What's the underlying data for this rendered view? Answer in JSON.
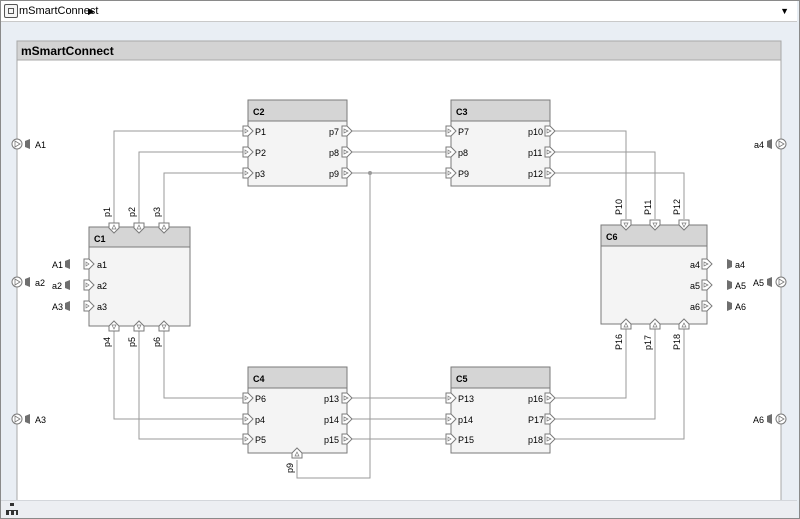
{
  "toolbar": {
    "breadcrumb": "mSmartConnect",
    "breadcrumb_arrow": "▶",
    "dropdown_arrow": "▼"
  },
  "architecture": {
    "title": "mSmartConnect",
    "left_ports": [
      "A1",
      "a2",
      "A3"
    ],
    "right_ports": [
      "a4",
      "A5",
      "A6"
    ]
  },
  "components": {
    "C1": {
      "name": "C1",
      "ports_in": [
        "a1",
        "a2",
        "a3"
      ],
      "ports_in_ext": [
        "A1",
        "a2",
        "A3"
      ],
      "ports_top": [
        "p1",
        "p2",
        "p3"
      ],
      "ports_bottom": [
        "p4",
        "p5",
        "p6"
      ]
    },
    "C2": {
      "name": "C2",
      "ports_left": [
        "P1",
        "P2",
        "p3"
      ],
      "ports_right": [
        "p7",
        "p8",
        "p9"
      ]
    },
    "C3": {
      "name": "C3",
      "ports_left": [
        "P7",
        "p8",
        "P9"
      ],
      "ports_right": [
        "p10",
        "p11",
        "p12"
      ]
    },
    "C4": {
      "name": "C4",
      "ports_left": [
        "P6",
        "p4",
        "P5"
      ],
      "ports_right": [
        "p13",
        "p14",
        "p15"
      ],
      "ports_bottom": [
        "p9"
      ]
    },
    "C5": {
      "name": "C5",
      "ports_left": [
        "P13",
        "p14",
        "P15"
      ],
      "ports_right": [
        "p16",
        "P17",
        "p18"
      ]
    },
    "C6": {
      "name": "C6",
      "ports_top": [
        "P10",
        "P11",
        "P12"
      ],
      "ports_right": [
        "a4",
        "a5",
        "a6"
      ],
      "ports_right_ext": [
        "a4",
        "A5",
        "A6"
      ],
      "ports_bottom": [
        "P16",
        "p17",
        "P18"
      ]
    }
  },
  "colors": {
    "block_fill": "#f4f4f4",
    "block_header": "#d5d5d5",
    "block_border": "#7a7a7a",
    "line": "#9a9a9a",
    "canvas": "#e9eef4",
    "frame": "#ffffff"
  }
}
